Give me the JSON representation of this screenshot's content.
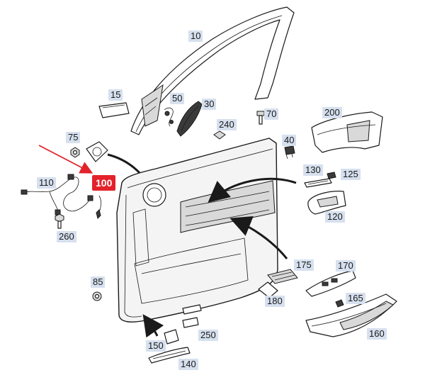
{
  "diagram": {
    "highlight_color": "#e3222b",
    "label_bg": "#d6e0ee",
    "callouts": [
      {
        "id": "10",
        "text": "10"
      },
      {
        "id": "15",
        "text": "15"
      },
      {
        "id": "50",
        "text": "50"
      },
      {
        "id": "30",
        "text": "30"
      },
      {
        "id": "240",
        "text": "240"
      },
      {
        "id": "70",
        "text": "70"
      },
      {
        "id": "200",
        "text": "200"
      },
      {
        "id": "75",
        "text": "75"
      },
      {
        "id": "40",
        "text": "40"
      },
      {
        "id": "110",
        "text": "110"
      },
      {
        "id": "100",
        "text": "100",
        "highlighted": true
      },
      {
        "id": "130",
        "text": "130"
      },
      {
        "id": "125",
        "text": "125"
      },
      {
        "id": "120",
        "text": "120"
      },
      {
        "id": "260",
        "text": "260"
      },
      {
        "id": "175",
        "text": "175"
      },
      {
        "id": "170",
        "text": "170"
      },
      {
        "id": "85",
        "text": "85"
      },
      {
        "id": "180",
        "text": "180"
      },
      {
        "id": "165",
        "text": "165"
      },
      {
        "id": "160",
        "text": "160"
      },
      {
        "id": "250",
        "text": "250"
      },
      {
        "id": "150",
        "text": "150"
      },
      {
        "id": "140",
        "text": "140"
      }
    ]
  }
}
